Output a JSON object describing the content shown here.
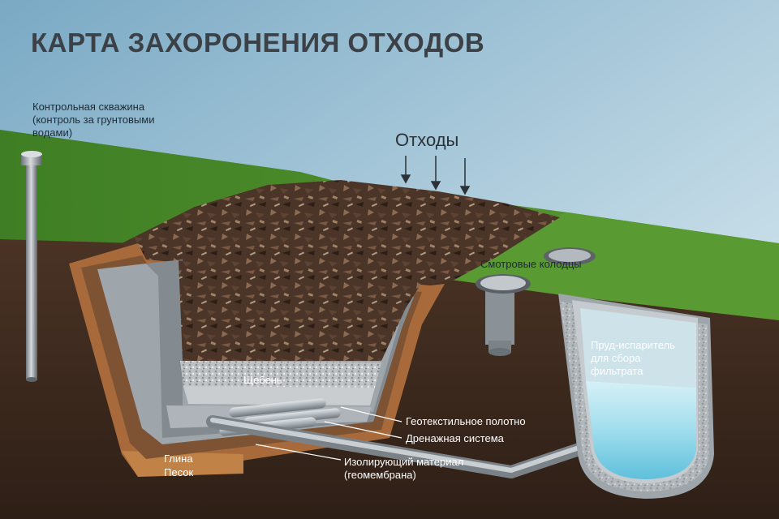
{
  "title": "КАРТА ЗАХОРОНЕНИЯ ОТХОДОВ",
  "labels": {
    "monitoring_well": [
      "Контрольная скважина",
      "(контроль за грунтовыми",
      "водами)"
    ],
    "waste": "Отходы",
    "manholes": "Смотровые колодцы",
    "pond": [
      "Пруд-испаритель",
      "для сбора",
      "фильтрата"
    ],
    "gravel": "Щебень",
    "geotextile": "Геотекстильное полотно",
    "drainage": "Дренажная система",
    "insulation": [
      "Изолирующий материал",
      "(геомембрана)"
    ],
    "clay": "Глина",
    "sand": "Песок"
  },
  "colors": {
    "sky_top": "#7aa9c4",
    "sky_bottom": "#d9ecf3",
    "grass": "#4f8f2b",
    "soil": "#3d2a1f",
    "sand": "#a86a3a",
    "concrete": "#9ea5ab",
    "waste": "#4a3528",
    "water": "#7fd0e6",
    "pipe": "#b7bdc2"
  }
}
